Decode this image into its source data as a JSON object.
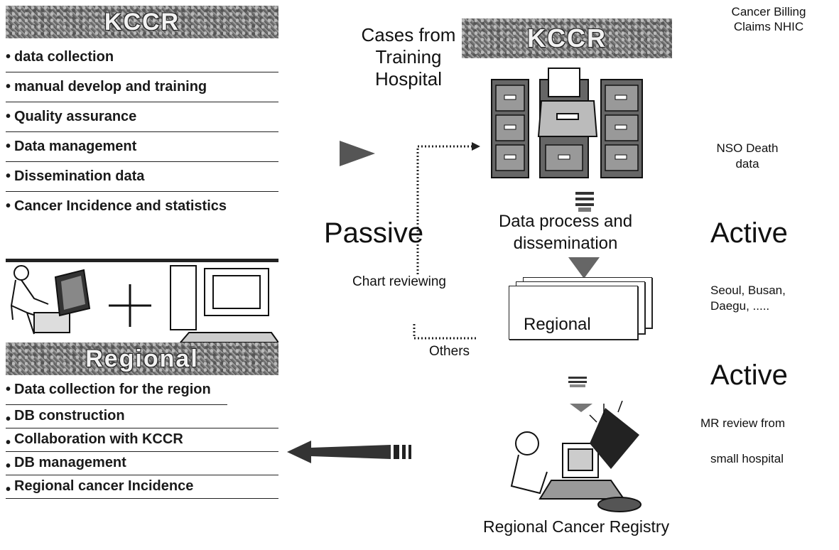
{
  "left_panel": {
    "kccr_banner": "KCCR",
    "kccr_items": [
      "data collection",
      "manual develop and training",
      "Quality assurance",
      "Data management",
      "Dissemination data",
      "Cancer Incidence and statistics"
    ],
    "regional_banner": "Regional",
    "regional_items": [
      "Data collection for the region",
      "DB construction",
      "Collaboration with KCCR",
      "DB management",
      "Regional cancer Incidence"
    ]
  },
  "flow": {
    "cases_label": "Cases from Training Hospital",
    "kccr_banner": "KCCR",
    "data_process_label": "Data process and dissemination",
    "passive_label": "Passive",
    "chart_reviewing_label": "Chart reviewing",
    "others_label": "Others",
    "regional_doc_label": "Regional",
    "registry_label": "Regional Cancer Registry"
  },
  "sources": {
    "billing": "Cancer Billing Claims NHIC",
    "nso": "NSO Death data",
    "active_1": "Active",
    "cities": "Seoul, Busan, Daegu, .....",
    "active_2": "Active",
    "mr_review_1": "MR review from",
    "mr_review_2": "small hospital"
  },
  "colors": {
    "banner_gray": "#777777",
    "line": "#222222"
  }
}
